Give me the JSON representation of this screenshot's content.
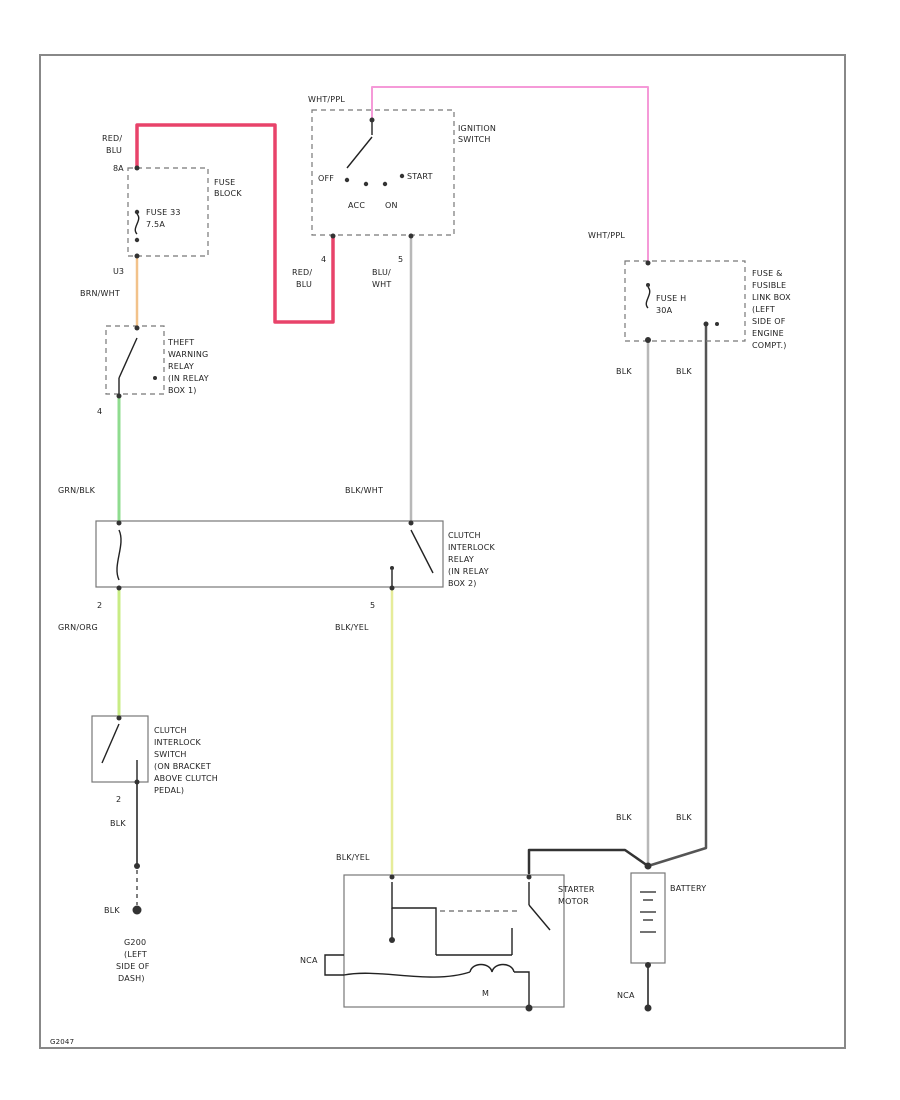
{
  "colors": {
    "red": "#e8436a",
    "pink": "#f59ad8",
    "orange": "#f2c28a",
    "green": "#8fdc8f",
    "yellow_green": "#c8ec84",
    "yellow": "#e6ec9a",
    "gray": "#b8b8b8",
    "black": "#333333",
    "frame": "#888888"
  },
  "labels": {
    "wht_ppl_top": "WHT/PPL",
    "ignition_switch": [
      "IGNITION",
      "SWITCH"
    ],
    "off": "OFF",
    "start": "START",
    "acc": "ACC",
    "on": "ON",
    "red_blu_top": [
      "RED/",
      "BLU"
    ],
    "pin_8a": "8A",
    "fuse_block": [
      "FUSE",
      "BLOCK"
    ],
    "fuse_33": [
      "FUSE 33",
      "7.5A"
    ],
    "pin_u3": "U3",
    "brn_wht": "BRN/WHT",
    "red_blu_mid": [
      "RED/",
      "BLU"
    ],
    "pin_4_ign": "4",
    "pin_5_ign": "5",
    "blu_wht": [
      "BLU/",
      "WHT"
    ],
    "theft_relay": [
      "THEFT",
      "WARNING",
      "RELAY",
      "(IN RELAY",
      "BOX 1)"
    ],
    "pin_4_theft": "4",
    "grn_blk": "GRN/BLK",
    "blk_wht": "BLK/WHT",
    "clutch_relay": [
      "CLUTCH",
      "INTERLOCK",
      "RELAY",
      "(IN RELAY",
      "BOX 2)"
    ],
    "pin_2": "2",
    "grn_org": "GRN/ORG",
    "pin_5_relay": "5",
    "blk_yel_top": "BLK/YEL",
    "clutch_switch": [
      "CLUTCH",
      "INTERLOCK",
      "SWITCH",
      "(ON BRACKET",
      "ABOVE CLUTCH",
      "PEDAL)"
    ],
    "pin_2_switch": "2",
    "blk_switch": "BLK",
    "blk_ground": "BLK",
    "g200": [
      "G200",
      "(LEFT",
      "SIDE OF",
      "DASH)"
    ],
    "wht_ppl_right": "WHT/PPL",
    "fusible_box": [
      "FUSE &",
      "FUSIBLE",
      "LINK BOX",
      "(LEFT",
      "SIDE OF",
      "ENGINE",
      "COMPT.)"
    ],
    "fuse_h": [
      "FUSE H",
      "30A"
    ],
    "blk_a": "BLK",
    "blk_b": "BLK",
    "blk_c": "BLK",
    "blk_d": "BLK",
    "blk_yel_bottom": "BLK/YEL",
    "starter_motor": [
      "STARTER",
      "MOTOR"
    ],
    "battery": "BATTERY",
    "nca_left": "NCA",
    "nca_bottom": "NCA",
    "m": "M",
    "stamp": "G2047"
  }
}
